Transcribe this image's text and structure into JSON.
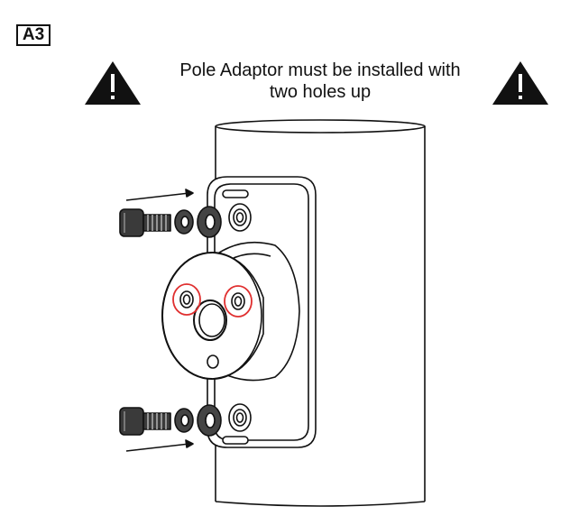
{
  "step": {
    "label": "A3"
  },
  "warning": {
    "line1": "Pole Adaptor must be installed with",
    "line2": "two holes up"
  },
  "icons": {
    "left": "warning-triangle-icon",
    "right": "warning-triangle-icon"
  },
  "colors": {
    "highlight": "#e03030",
    "line": "#111111",
    "bolt": "#3a3a3a"
  }
}
